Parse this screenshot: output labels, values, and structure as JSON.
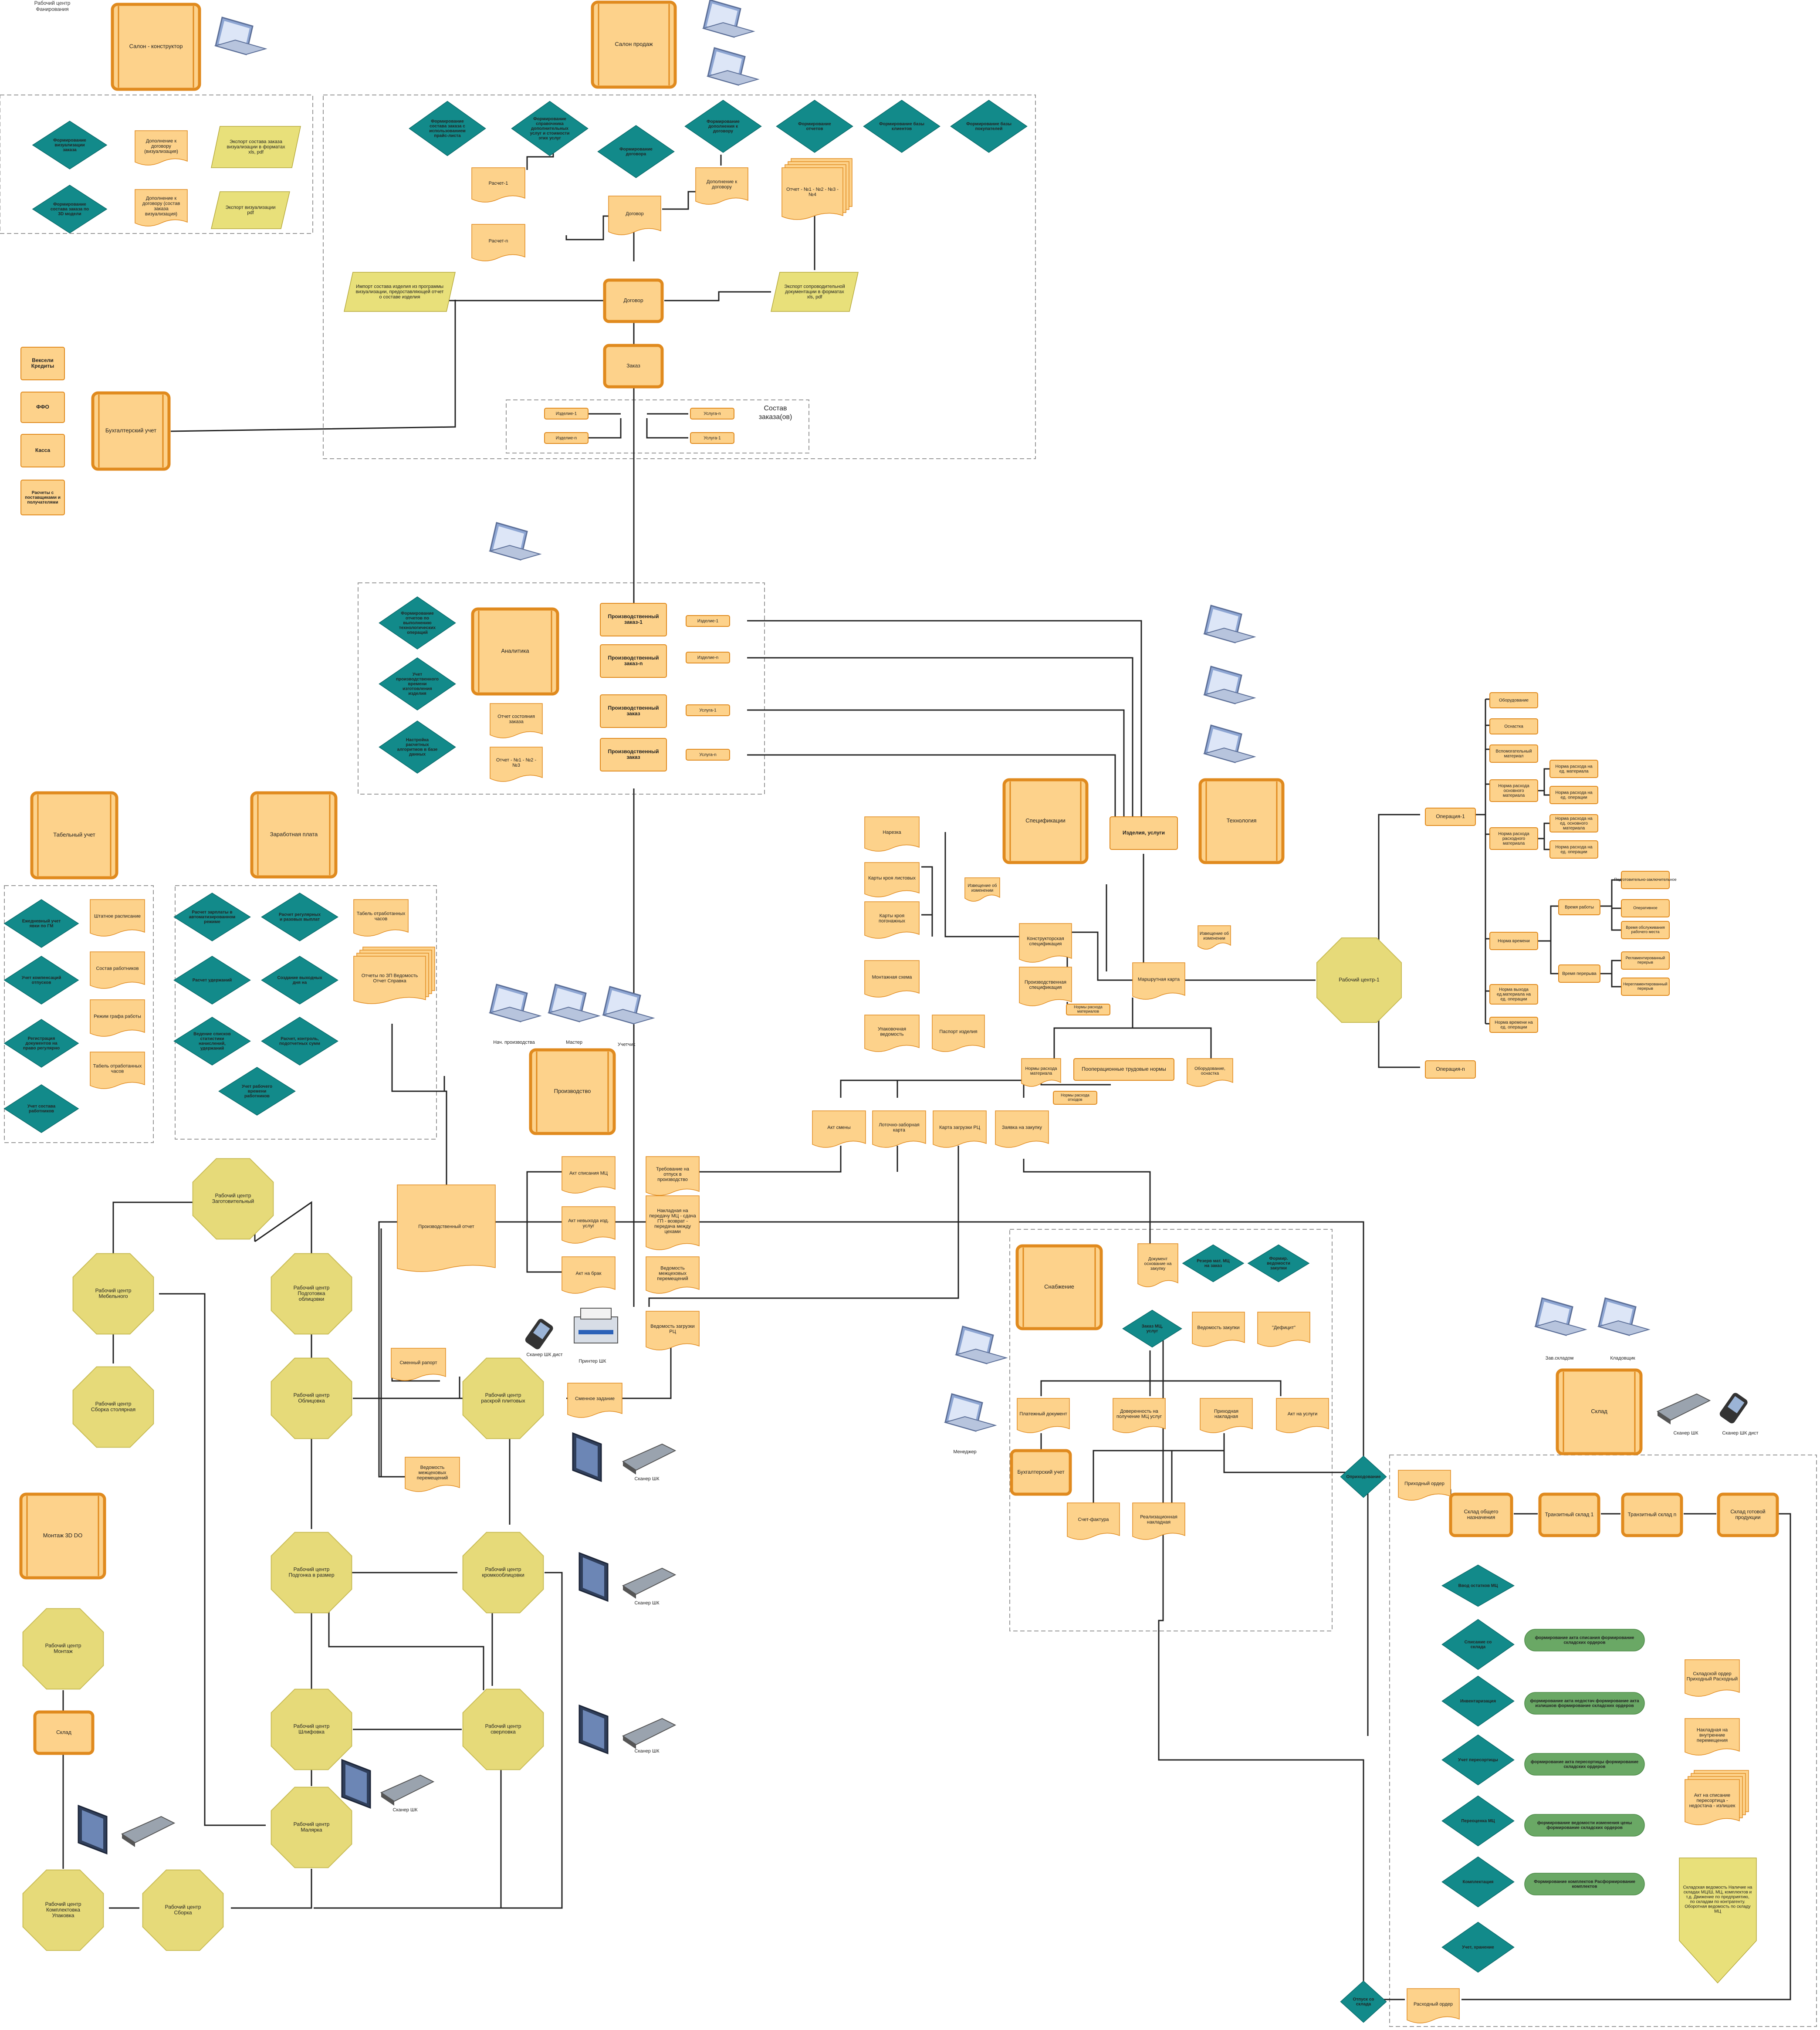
{
  "header": {
    "title_line1": "Рабочий центр",
    "title_line2": "Фанирования"
  },
  "colors": {
    "orange_fill": "#FDD28B",
    "orange_stroke": "#E08A1E",
    "teal": "#128A8A",
    "octagon": "#E6DA79",
    "parallelogram": "#E8E07A",
    "green": "#6AA865",
    "line": "#222222",
    "group_border": "#999999"
  },
  "groups": {
    "salon_konstruktor": {
      "title": "Салон - конструктор"
    },
    "salon_prodazh": {
      "title": "Салон продаж"
    },
    "sostav_zakaza": {
      "title_line1": "Состав",
      "title_line2": "заказа(ов)"
    },
    "buhgalteria": {
      "title": "Бухгалтерский учет"
    },
    "buh_items": [
      "Вексели Кредиты",
      "ФФО",
      "Касса",
      "Расчеты с поставщиками и получателями"
    ],
    "analitika": {
      "title": "Аналитика"
    },
    "tabel": {
      "title": "Табельный учет"
    },
    "zarplata": {
      "title": "Заработная плата"
    },
    "specifikacia": {
      "title": "Спецификации"
    },
    "tehnolog": {
      "title": "Технология"
    },
    "proizvodstvo": {
      "title": "Производство"
    },
    "snabzhenie": {
      "title": "Снабжение"
    },
    "sklad": {
      "title": "Склад"
    },
    "montazh": {
      "title": "Монтаж 3D DO"
    }
  },
  "devices": {
    "proizvodstvo_users": [
      "Нач. производства",
      "Мастер",
      "Учетчик"
    ],
    "printer": "Принтер ШК",
    "scanner_dist": "Сканер ШК дист",
    "scanner": "Сканер ШК",
    "snab_user": "Менеджер",
    "sklad_users": [
      "Зав.складом",
      "Кладовщик"
    ],
    "sklad_scanners": [
      "Сканер ШК",
      "Сканер ШК дист"
    ]
  },
  "salon_konstruktor": {
    "diamonds": [
      "Формирование визуализации заказа",
      "Формирование состава заказа по 3D модели"
    ],
    "docs": [
      "Дополнение к договору (визуализация)",
      "Дополнение к договору (состав заказа визуализация)"
    ],
    "paras": [
      "Экспорт состава заказа визуализации в форматах xls, pdf",
      "Экспорт визуализации pdf"
    ]
  },
  "salon_prodazh": {
    "diamonds": [
      "Формирование состава заказа с использованием прайс-листа",
      "Формирование справочника дополнительных услуг и стоимости этих услуг",
      "Формирование договора",
      "Формирование дополнения к договору",
      "Формирование отчетов",
      "Формирование базы клиентов",
      "Формирование базы покупателей"
    ],
    "raschet1": "Расчет-1",
    "raschetn": "Расчет-n",
    "dogovor_doc": "Договор",
    "dop_dogovor": "Дополнение к договору",
    "otchet": "Отчет - №1 - №2 - №3 - №4",
    "dogovor": "Договор",
    "zakaz": "Заказ",
    "para_import": "Импорт состава изделия из программы визуализации, предоставляющей отчет о составе изделия",
    "para_export": "Экспорт сопроводительной документации в форматах xls, pdf",
    "izd1": "Изделие-1",
    "izdn": "Изделие-n",
    "usl_n": "Услуга-n",
    "usl_1": "Услуга-1"
  },
  "analitika": {
    "diamonds": [
      "Формирование отчетов по выполнению технологических операций",
      "Учет производственного времени изготовления изделия",
      "Настройка расчетных алгоритмов в базе данных"
    ],
    "docs": [
      "Отчет состояния заказа",
      "Отчет - №1 - №2 - №3"
    ],
    "orders": [
      "Производственный заказ-1",
      "Производственный заказ-n",
      "Производственный заказ",
      "Производственный заказ"
    ],
    "tags": [
      "Изделие-1",
      "Изделие-n",
      "Услуга-1",
      "Услуга-n"
    ]
  },
  "tabel": {
    "diamonds": [
      "Ежедневный учет явки по ГМ",
      "Учет компенсаций отпусков",
      "Регистрация документов на право регулярно",
      "Учет состава работников"
    ],
    "docs": [
      "Штатное расписание",
      "Состав работников",
      "Режим графа работы",
      "Табель отработанных часов"
    ]
  },
  "zarplata": {
    "diamonds": [
      "Расчет зарплаты в автоматизированном режиме",
      "Расчет регулярных и разовых выплат",
      "Расчет удержаний",
      "Создание выходных дня на",
      "Ведение списков статистики начислений, удержаний",
      "Расчет, контроль, подотчетных сумм",
      "Учет рабочего времени работников"
    ],
    "doc1": "Табель отработанных часов",
    "doc2": "Отчеты по ЗП Ведомость Отчет Справка"
  },
  "spec": {
    "docs_left": [
      "Нарезка",
      "Карты кроя листовых",
      "Карты кроя погонажных",
      "Монтажная схема",
      "Упаковочная ведомость",
      "Паспорт изделия"
    ],
    "izveschenie1": "Извещение об изменении",
    "konstr": "Конструкторская спецификация",
    "proizv": "Производственная спецификация",
    "normy_rash": "Нормы расхода материалов",
    "izd_usl": "Изделия, услуги",
    "izveschenie2": "Извещение об изменении",
    "marshrut": "Маршрутная карта",
    "normy_rashoda": "Нормы расхода материала",
    "poop_trud": "Пооперационные трудовые нормы",
    "oborud": "Оборудование, оснастка",
    "normy_otkh": "Нормы расхода отходов"
  },
  "rc1": {
    "title": "Рабочий центр-1",
    "op1": "Операция-1",
    "opn": "Операция-n",
    "branch": [
      "Оборудование",
      "Оснастка",
      "Вспомогательный материал",
      "Норма расхода основного материала",
      "Норма расхода расходного материала",
      "Норма времени",
      "Норма выхода ед.материала на ед. операции",
      "Норма времени на ед. операции"
    ],
    "sub_main": [
      "Норма расхода на ед. материала",
      "Норма расхода на ед. операции"
    ],
    "sub_rash": [
      "Норма расхода на ед. основного материала",
      "Норма расхода на ед. операции"
    ],
    "time": [
      "Время работы",
      "Время перерыва"
    ],
    "time_sub": [
      "Подготовительно-заключительное",
      "Оперативное",
      "Время обслуживания рабочего места",
      "Регламентированный перерыв",
      "Нерегламентированный перерыв"
    ]
  },
  "prod_docs": {
    "row1": [
      "Акт смены",
      "Лоточно-заборная карта",
      "Карта загрузки РЦ",
      "Заявка на закупку"
    ],
    "akts": [
      "Акт списания МЦ",
      "Акт невыхода изд. услуг",
      "Акт на брак"
    ],
    "treb": [
      "Требование на отпуск в производство",
      "Накладная на передачу МЦ - сдача ГП - возврат - передача между цехами",
      "Ведомость межцеховых перемещений"
    ],
    "vedom_zagr": "Ведомость загрузки РЦ",
    "proizv_otchet": "Производственный отчет",
    "smen_raport": "Сменный рапорт",
    "smen_zadanie": "Сменное задание",
    "vedom_mezh": "Ведомость межцеховых перемещений"
  },
  "wc": {
    "zagot": "Рабочий центр Заготовительный",
    "mebel": "Рабочий центр Мебельного",
    "podgotovka": "Рабочий центр Подготовка облицовки",
    "sborka_st": "Рабочий центр Сборка столярная",
    "oblicovka": "Рабочий центр Облицовка",
    "raskroy": "Рабочий центр раскрой плитовых",
    "podgonka": "Рабочий центр Подгонка в размер",
    "kromko": "Рабочий центр кромкооблицовки",
    "shlifovka": "Рабочий центр Шлифовка",
    "sverlovka": "Рабочий центр сверловка",
    "malyarka": "Рабочий центр Малярка",
    "komplekt": "Рабочий центр Комплектовка Упаковка",
    "sborka": "Рабочий центр Сборка",
    "montazh": "Рабочий центр Монтаж",
    "sklad_box": "Склад"
  },
  "snab": {
    "doc_osn": "Документ основание на закупку",
    "diamonds": [
      "Резерв мат. МЦ на заказ",
      "Формир. ведомости закупки"
    ],
    "zakaz_mc": "Заказ МЦ, услуг",
    "vedom_zak": "Ведомость закупки",
    "deficit": "\"Дефицит\"",
    "plat_doc": "Платежный документ",
    "doverennost": "Доверенность на получение МЦ услуг",
    "prihod_nakl": "Приходная накладная",
    "akt_usl": "Акт на услуги",
    "buh": "Бухгалтерский учет",
    "schet": "Счет-фактура",
    "real_nakl": "Реализационная накладная"
  },
  "sklad": {
    "oprihodovanie": "Оприходование",
    "prihod_order": "Приходный ордер",
    "boxes": [
      "Склад общего назначения",
      "Транзитный склад 1",
      "Транзитный склад n",
      "Склад готовой продукции"
    ],
    "ops": [
      "Ввод остатков МЦ",
      "Списание со склада",
      "Инвентаризация",
      "Учет пересортицы",
      "Переоценка МЦ",
      "Комплектация",
      "Учет, хранение"
    ],
    "pills": [
      "формирование акта списания формирование складских ордеров",
      "формирование акта недостач формирование акта излишков формирование складских ордеров",
      "формирование акта пересортицы формирование складских ордеров",
      "формирование ведомости изменения цены формирование складских ордеров",
      "Формирование комплектов Расформирование комплектов"
    ],
    "docs": [
      "Складской ордер Приходный Расходный",
      "Накладная на внутренние перемещения",
      "Акт на списание пересортица - недостача - излишек"
    ],
    "vedomost": "Складская ведомость Наличие на складах МЦ/Ш, МЦ, комплектов и т.д. Движение по предприятию, по складам по контрагенту. Оборотная ведомость по складу МЦ",
    "otpusk": "Отпуск со склада",
    "rashod": "Расходный ордер"
  }
}
